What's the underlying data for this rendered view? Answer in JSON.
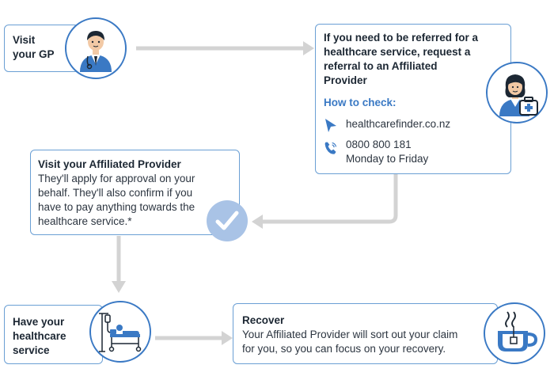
{
  "colors": {
    "blue": "#3a79c4",
    "box_border": "#6a9fd4",
    "arrow": "#d3d3d3"
  },
  "step1": {
    "text": "Visit your GP",
    "icon": "doctor-icon"
  },
  "step2": {
    "title": "If you need to be referred for a healthcare service, request a referral to an Affiliated Provider",
    "how_label": "How to check:",
    "website": "healthcarefinder.co.nz",
    "phone": "0800 800 181",
    "hours": "Monday to Friday",
    "icon": "nurse-icon"
  },
  "step3": {
    "title": "Visit your Affiliated Provider",
    "body": "They'll apply for approval on your behalf. They'll also confirm if you have to pay anything towards the healthcare service.*",
    "icon": "check-icon"
  },
  "step4": {
    "text": "Have your healthcare service",
    "icon": "hospital-bed-icon"
  },
  "step5": {
    "title": "Recover",
    "body": "Your Affiliated Provider will sort out your claim for you, so you can focus on your recovery.",
    "icon": "tea-cup-icon"
  }
}
